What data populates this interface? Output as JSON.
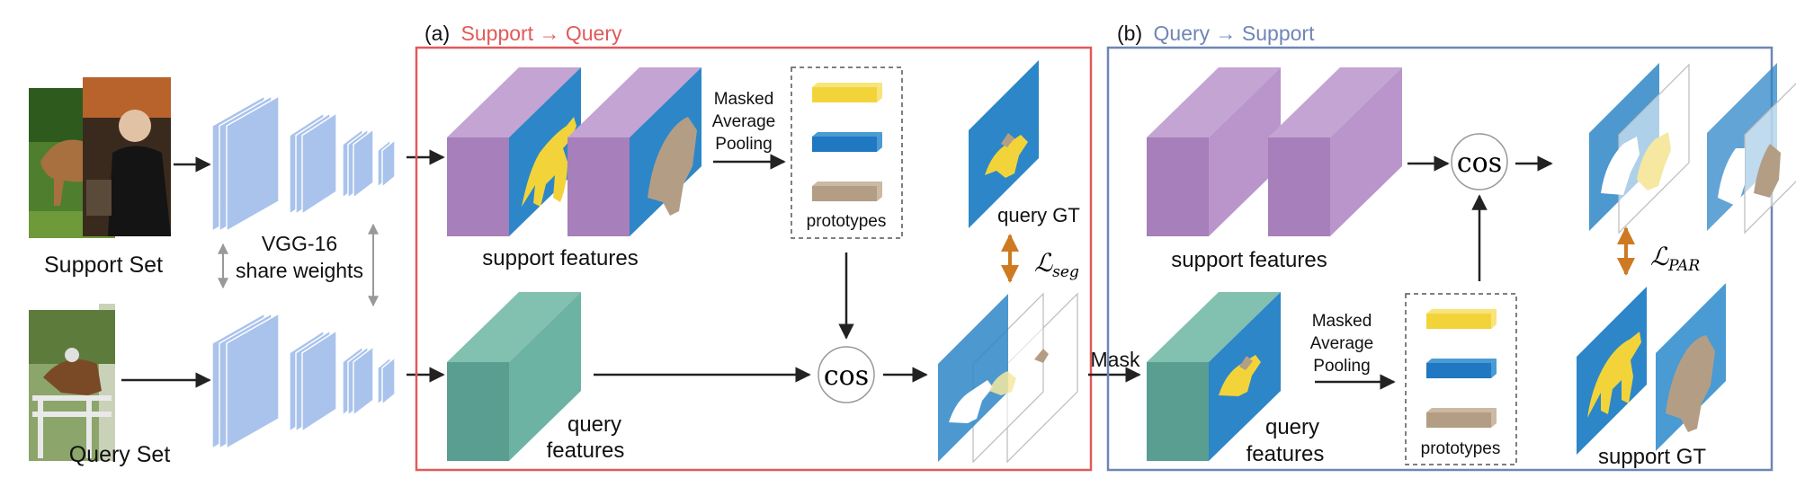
{
  "colors": {
    "red_panel": "#e05a5a",
    "blue_panel": "#6f86b5",
    "vgg": "#a9c3ec",
    "purple": "#a67fbb",
    "teal": "#5a9e92",
    "mask_blue": "#2d86c7",
    "yellow": "#f2d43a",
    "tan": "#b39e85",
    "orange_arrow": "#cd7a22"
  },
  "inputs": {
    "support_set": "Support Set",
    "query_set": "Query Set",
    "backbone": [
      "VGG-16",
      "share weights"
    ]
  },
  "panel_a": {
    "prefix": "(a)",
    "title": "Support → Query",
    "support_features": "support features",
    "query_features": [
      "query",
      "features"
    ],
    "map": [
      "Masked",
      "Average",
      "Pooling"
    ],
    "prototypes": "prototypes",
    "cos": "cos",
    "query_gt": "query GT",
    "loss": "ℒ",
    "loss_sub": "seg"
  },
  "mask_label": "Mask",
  "panel_b": {
    "prefix": "(b)",
    "title": "Query → Support",
    "support_features": "support features",
    "query_features": [
      "query",
      "features"
    ],
    "map": [
      "Masked",
      "Average",
      "Pooling"
    ],
    "prototypes": "prototypes",
    "cos": "cos",
    "support_gt": "support GT",
    "loss": "ℒ",
    "loss_sub": "PAR"
  }
}
